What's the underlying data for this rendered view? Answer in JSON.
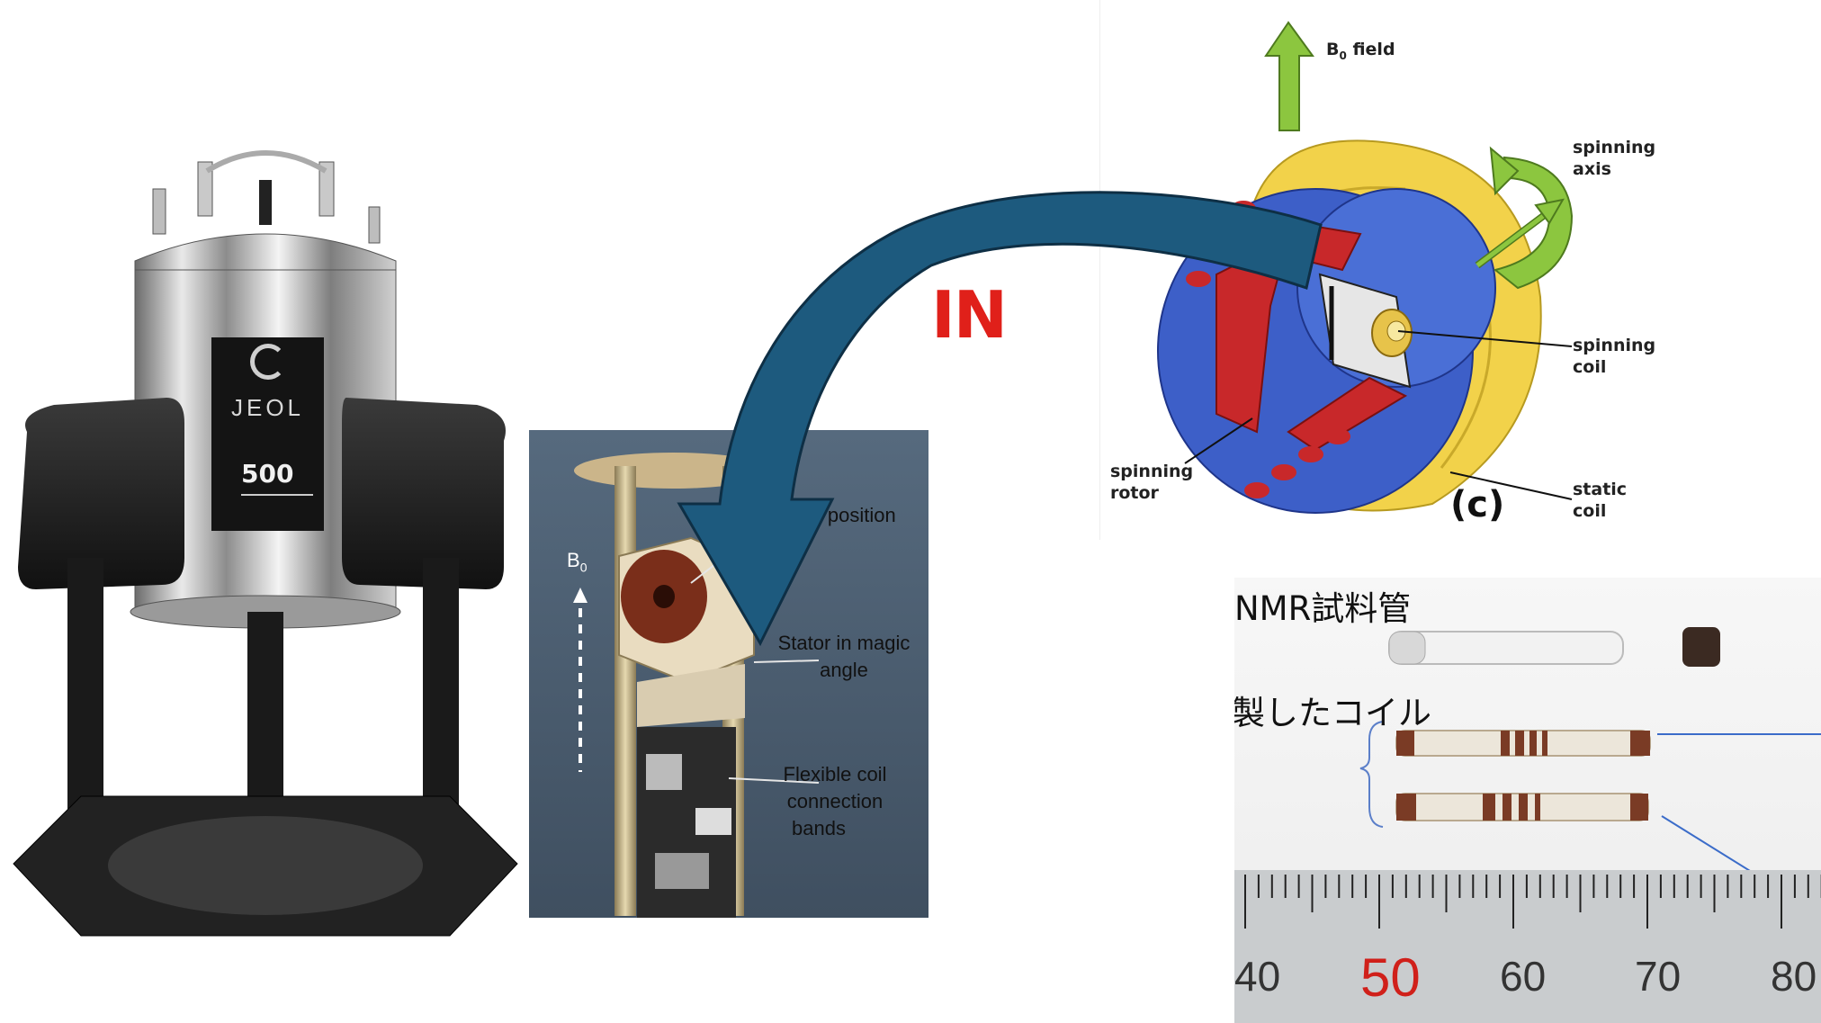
{
  "magnet": {
    "brand": "JEOL",
    "model": "500"
  },
  "probe_photo": {
    "b0_label": "B",
    "b0_sub": "0",
    "rotor_position": "Rotor position",
    "stator_line1": "Stator in magic",
    "stator_line2": "angle",
    "flex_line1": "Flexible coil",
    "flex_line2": "connection",
    "flex_line3": "bands"
  },
  "in_label": "IN",
  "schematic": {
    "b0_field_main": "B",
    "b0_field_sub": "0",
    "b0_field_rest": " field",
    "spinning_axis_1": "spinning",
    "spinning_axis_2": "axis",
    "spinning_coil_1": "spinning",
    "spinning_coil_2": "coil",
    "spinning_rotor_1": "spinning",
    "spinning_rotor_2": "rotor",
    "static_coil_1": "static",
    "static_coil_2": "coil",
    "panel_letter": "(c)"
  },
  "sample_photo": {
    "tube_label": "NMR試料管",
    "coil_label": "作製したコイル",
    "ruler_ticks": [
      "40",
      "50",
      "60",
      "70",
      "80"
    ]
  },
  "colors": {
    "in_red": "#e0201a",
    "arrow_blue": "#1d5a7e",
    "coil_yellow": "#f2d24a",
    "rotor_blue": "#3d5fc8",
    "stator_red": "#c8282a",
    "field_green": "#8cc63f"
  }
}
